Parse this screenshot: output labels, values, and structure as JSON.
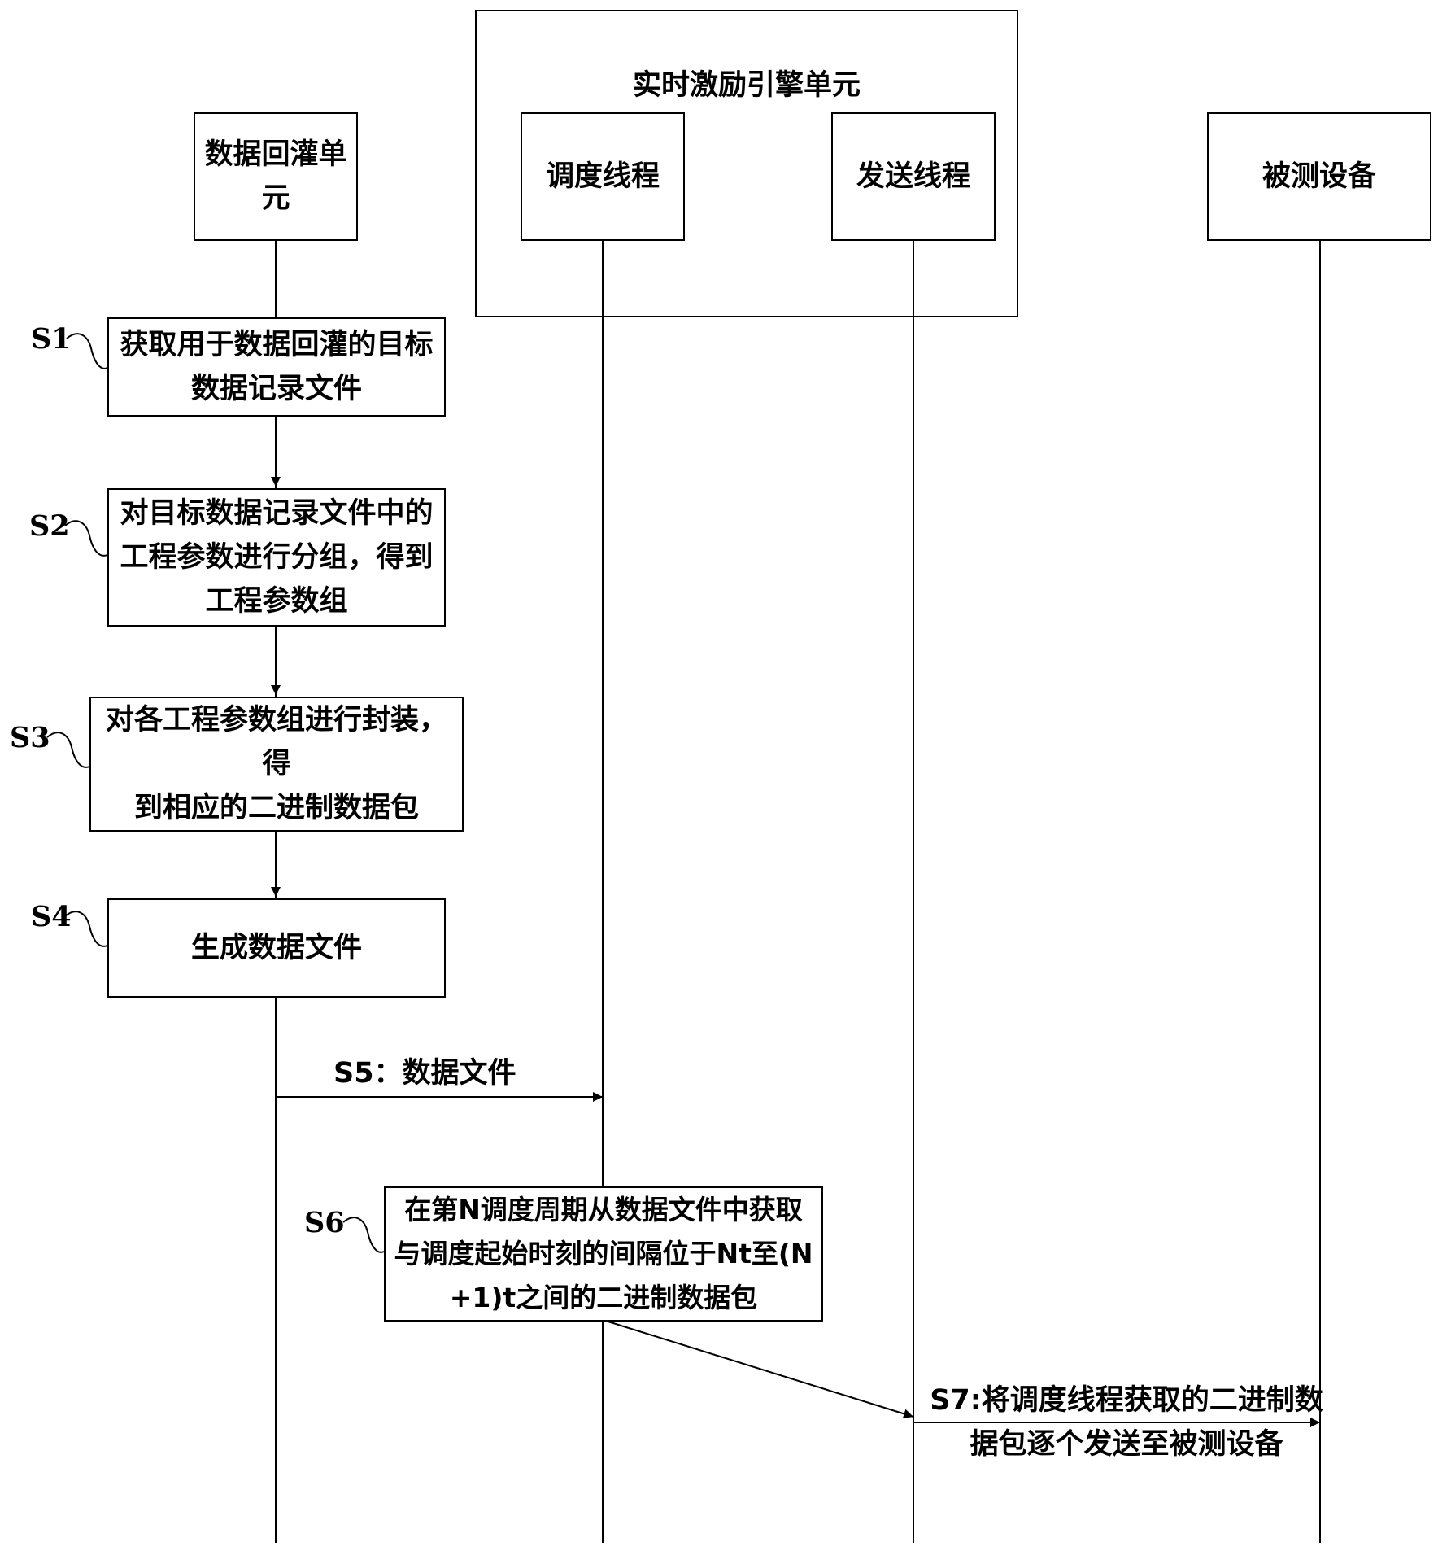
{
  "engine_unit": {
    "title": "实时激励引擎单元"
  },
  "lifelines": {
    "replay_unit": {
      "line1": "数据回灌单",
      "line2": "元"
    },
    "scheduler_thread": "调度线程",
    "sender_thread": "发送线程",
    "device_under_test": "被测设备"
  },
  "steps": {
    "s1": {
      "label": "S1",
      "line1": "获取用于数据回灌的目标",
      "line2": "数据记录文件"
    },
    "s2": {
      "label": "S2",
      "line1": "对目标数据记录文件中的",
      "line2": "工程参数进行分组，得到",
      "line3": "工程参数组"
    },
    "s3": {
      "label": "S3",
      "line1": "对各工程参数组进行封装，得",
      "line2": "到相应的二进制数据包"
    },
    "s4": {
      "label": "S4",
      "line1": "生成数据文件"
    },
    "s5": {
      "text": "S5：数据文件"
    },
    "s6": {
      "label": "S6",
      "line1": "在第N调度周期从数据文件中获取",
      "line2": "与调度起始时刻的间隔位于Nt至(N",
      "line3": "+1)t之间的二进制数据包"
    },
    "s7": {
      "line1": "S7:将调度线程获取的二进制数",
      "line2": "据包逐个发送至被测设备"
    }
  }
}
